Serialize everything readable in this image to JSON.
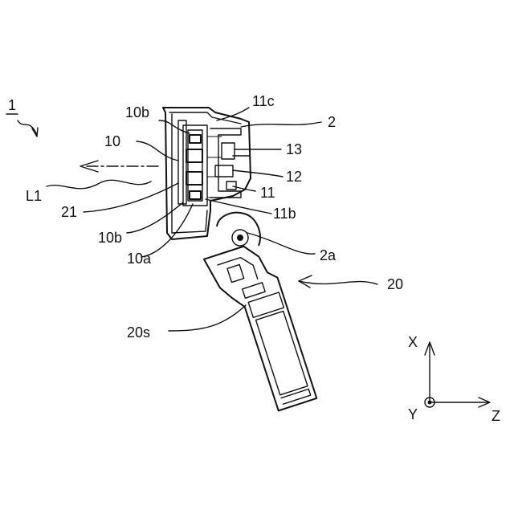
{
  "figure": {
    "reference_numeral": "1",
    "labels": {
      "l_10b_top": "10b",
      "l_11c": "11c",
      "l_2": "2",
      "l_10": "10",
      "l_13": "13",
      "l_12": "12",
      "l_L1": "L1",
      "l_11": "11",
      "l_21": "21",
      "l_11b": "11b",
      "l_10b_bottom": "10b",
      "l_10a": "10a",
      "l_2a": "2a",
      "l_20": "20",
      "l_20s": "20s"
    },
    "axes": {
      "x": "X",
      "y": "Y",
      "z": "Z"
    }
  }
}
